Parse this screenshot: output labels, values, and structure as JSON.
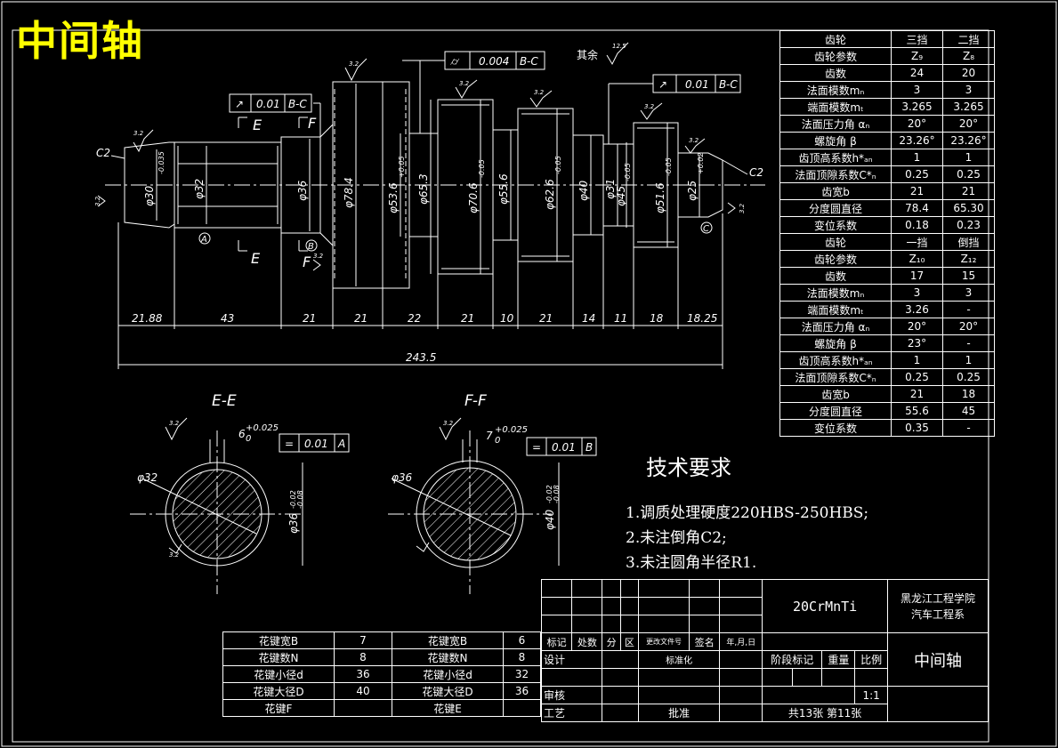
{
  "title": "中间轴",
  "gear_table_top": {
    "header": [
      "齿轮",
      "三挡",
      "二挡"
    ],
    "subheader": [
      "齿轮参数",
      "Z₉",
      "Z₈"
    ],
    "rows": [
      [
        "齿数",
        "24",
        "20"
      ],
      [
        "法面模数mₙ",
        "3",
        "3"
      ],
      [
        "端面模数mₜ",
        "3.265",
        "3.265"
      ],
      [
        "法面压力角 αₙ",
        "20°",
        "20°"
      ],
      [
        "螺旋角 β",
        "23.26°",
        "23.26°"
      ],
      [
        "齿顶高系数h*ₐₙ",
        "1",
        "1"
      ],
      [
        "法面顶隙系数C*ₙ",
        "0.25",
        "0.25"
      ],
      [
        "齿宽b",
        "21",
        "21"
      ],
      [
        "分度圆直径",
        "78.4",
        "65.30"
      ],
      [
        "变位系数",
        "0.18",
        "0.23"
      ]
    ]
  },
  "gear_table_bottom": {
    "header": [
      "齿轮",
      "一挡",
      "倒挡"
    ],
    "subheader": [
      "齿轮参数",
      "Z₁₀",
      "Z₁₂"
    ],
    "rows": [
      [
        "齿数",
        "17",
        "15"
      ],
      [
        "法面模数mₙ",
        "3",
        "3"
      ],
      [
        "端面模数mₜ",
        "3.26",
        "-"
      ],
      [
        "法面压力角 αₙ",
        "20°",
        "20°"
      ],
      [
        "螺旋角 β",
        "23°",
        "-"
      ],
      [
        "齿顶高系数h*ₐₙ",
        "1",
        "1"
      ],
      [
        "法面顶隙系数C*ₙ",
        "0.25",
        "0.25"
      ],
      [
        "齿宽b",
        "21",
        "18"
      ],
      [
        "分度圆直径",
        "55.6",
        "45"
      ],
      [
        "变位系数",
        "0.35",
        "-"
      ]
    ]
  },
  "tech_requirements": {
    "title": "技术要求",
    "items": [
      "1.调质处理硬度220HBS-250HBS;",
      "2.未注倒角C2;",
      "3.未注圆角半径R1."
    ]
  },
  "spline_table": {
    "rows": [
      [
        "花键宽B",
        "7",
        "花键宽B",
        "6"
      ],
      [
        "花键数N",
        "8",
        "花键数N",
        "8"
      ],
      [
        "花键小径d",
        "36",
        "花键小径d",
        "32"
      ],
      [
        "花键大径D",
        "40",
        "花键大径D",
        "36"
      ],
      [
        "花键F",
        "",
        "花键E",
        ""
      ]
    ]
  },
  "title_block": {
    "material": "20CrMnTi",
    "school": "黑龙江工程学院",
    "department": "汽车工程系",
    "part_name": "中间轴",
    "headers": [
      "标记",
      "处数",
      "分",
      "区",
      "更改文件号",
      "签名",
      "年,月,日"
    ],
    "design": "设计",
    "standardize": "标准化",
    "review": "审核",
    "process": "工艺",
    "approve": "批准",
    "stage_mark": "阶段标记",
    "weight": "重量",
    "scale_label": "比例",
    "scale": "1:1",
    "sheets": "共13张 第11张"
  },
  "drawing": {
    "dims_bottom": [
      "21.88",
      "43",
      "21",
      "21",
      "22",
      "21",
      "10",
      "21",
      "14",
      "11",
      "18",
      "18.25"
    ],
    "total_length": "243.5",
    "diameters": [
      "φ30",
      "φ32",
      "φ36",
      "φ78.4",
      "φ53.6",
      "φ65.3",
      "φ70.6",
      "φ55.6",
      "φ62.6",
      "φ40",
      "φ31",
      "φ45",
      "φ51.6",
      "φ25"
    ],
    "tolerances": [
      "-0.035",
      "+0.05",
      "-0.05",
      "-0.05",
      "-0.05",
      "-0.05",
      "+0.02"
    ],
    "gdt_frames": [
      {
        "symbol": "↗",
        "value": "0.01",
        "datum": "B-C"
      },
      {
        "symbol": "⌭",
        "value": "0.004",
        "datum": "B-C"
      },
      {
        "symbol": "↗",
        "value": "0.01",
        "datum": "B-C"
      },
      {
        "symbol": "=",
        "value": "0.01",
        "datum": "A"
      },
      {
        "symbol": "=",
        "value": "0.01",
        "datum": "B"
      }
    ],
    "section_labels": [
      "E",
      "E",
      "F",
      "F"
    ],
    "section_titles": [
      "E-E",
      "F-F"
    ],
    "datum_labels": [
      "A",
      "B",
      "C"
    ],
    "chamfer_labels": [
      "C2",
      "C2"
    ],
    "roughness": [
      "3.2",
      "3.2",
      "3.2",
      "3.2",
      "3.2",
      "3.2",
      "3.2",
      "12.5",
      "3.2",
      "3.2",
      "3.2",
      "3.2",
      "3.2"
    ],
    "other_roughness": "其余",
    "section_ee": {
      "outer_dia": "φ32",
      "inner_dia": "φ36",
      "inner_tol_upper": "-0.02",
      "inner_tol_lower": "-0.08",
      "key_width": "6",
      "key_tol_upper": "+0.025",
      "key_tol_lower": "0"
    },
    "section_ff": {
      "outer_dia": "φ36",
      "inner_dia": "φ40",
      "inner_tol_upper": "-0.02",
      "inner_tol_lower": "-0.08",
      "key_width": "7",
      "key_tol_upper": "+0.025",
      "key_tol_lower": "0"
    }
  },
  "colors": {
    "background": "#000000",
    "line": "#ffffff",
    "title": "#ffff00"
  }
}
